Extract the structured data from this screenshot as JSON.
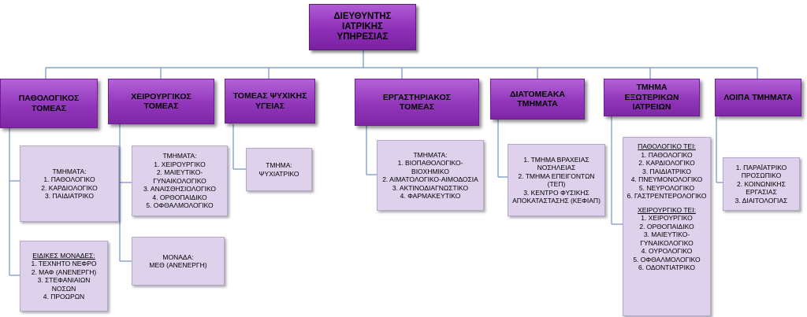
{
  "director": {
    "line1": "ΔΙΕΥΘΥΝΤΗΣ",
    "line2": "ΙΑΤΡΙΚΗΣ",
    "line3": "ΥΠΗΡΕΣΙΑΣ"
  },
  "departments": {
    "pathologikos": {
      "line1": "ΠΑΘΟΛΟΓΙΚΟΣ",
      "line2": "ΤΟΜΕΑΣ"
    },
    "xeirourgikos": {
      "line1": "ΧΕΙΡΟΥΡΓΙΚΟΣ",
      "line2": "ΤΟΜΕΑΣ"
    },
    "psyxikis": {
      "line1": "ΤΟΜΕΑΣ ΨΥΧΙΚΗΣ",
      "line2": "ΥΓΕΙΑΣ"
    },
    "ergastiriakos": {
      "line1": "ΕΡΓΑΣΤΗΡΙΑΚΟΣ",
      "line2": "ΤΟΜΕΑΣ"
    },
    "diatomeaka": {
      "line1": "ΔΙΑΤΟΜΕΑΚΑ",
      "line2": "ΤΜΗΜΑΤΑ"
    },
    "eksoterikon": {
      "line1": "ΤΜΗΜΑ",
      "line2": "ΕΞΩΤΕΡΙΚΩΝ",
      "line3": "ΙΑΤΡΕΙΩΝ"
    },
    "loipa": {
      "line1": "ΛΟΙΠΑ ΤΜΗΜΑΤΑ"
    }
  },
  "boxes": {
    "path_tmimata": {
      "title": "ΤΜΗΜΑΤΑ:",
      "items": [
        "1. ΠΑΘΟΛΟΓΙΚΟ",
        "2. ΚΑΡΔΙΟΛΟΓΙΚΟ",
        "3. ΠΑΙΔΙΑΤΡΙΚΟ"
      ]
    },
    "path_monades": {
      "title": "ΕΙΔΙΚΕΣ ΜΟΝΑΔΕΣ:",
      "items": [
        "1. ΤΕΧΝΗΤΟ ΝΕΦΡΟ",
        "2. ΜΑΦ (ΑΝΕΝΕΡΓΗ)",
        "3. ΣΤΕΦΑΝΙΑΙΩΝ",
        "ΝΟΣΩΝ",
        "4. ΠΡΟΩΡΩΝ"
      ]
    },
    "xeir_tmimata": {
      "title": "ΤΜΗΜΑΤΑ:",
      "items": [
        "1. ΧΕΙΡΟΥΡΓΙΚΟ",
        "2. ΜΑΙΕΥΤΙΚΟ-",
        "ΓΥΝΑΙΚΟΛΟΓΙΚΟ",
        "3. ΑΝΑΙΣΘΗΣΙΟΛΟΓΙΚΟ",
        "4. ΟΡΘΟΠΑΙΔΙΚΟ",
        "5. ΟΦΘΑΛΜΟΛΟΓΙΚΟ"
      ]
    },
    "xeir_monada": {
      "title": "ΜΟΝΑΔΑ:",
      "items": [
        "ΜΕΘ (ΑΝΕΝΕΡΓΗ)"
      ]
    },
    "psy_tmima": {
      "title": "ΤΜΗΜΑ:",
      "items": [
        "ΨΥΧΙΑΤΡΙΚΟ"
      ]
    },
    "erg_tmimata": {
      "title": "ΤΜΗΜΑΤΑ:",
      "items": [
        "1. ΒΙΟΠΑΘΟΛΟΓΙΚΟ-",
        "ΒΙΟΧΗΜΙΚΟ",
        "2. ΑΙΜΑΤΟΛΟΓΙΚΟ-ΑΙΜΟΔΟΣΙΑ",
        "3. ΑΚΤΙΝΟΔΙΑΓΝΩΣΤΙΚΟ",
        "4. ΦΑΡΜΑΚΕΥΤΙΚΟ"
      ]
    },
    "diat_tmimata": {
      "items": [
        "1. ΤΜΗΜΑ ΒΡΑΧΕΙΑΣ",
        "ΝΟΣΗΛΕΙΑΣ",
        "2. ΤΜΗΜΑ ΕΠΕΙΓΟΝΤΩΝ",
        "(ΤΕΠ)",
        "3. ΚΕΝΤΡΟ ΦΥΣΙΚΗΣ",
        "ΑΠΟΚΑΤΑΣΤΑΣΗΣ (ΚΕΦΙΑΠ)"
      ]
    },
    "eks_tei": {
      "path_title": "ΠΑΘΟΛΟΓΙΚΟ ΤΕΙ:",
      "path_items": [
        "1. ΠΑΘΟΛΟΓΙΚΟ",
        "2. ΚΑΡΔΙΟΛΟΓΙΚΟ",
        "3. ΠΑΙΔΙΑΤΡΙΚΟ",
        "4. ΠΝΕΥΜΟΝΟΛΟΓΙΚΟ",
        "5. ΝΕΥΡΟΛΟΓΙΚΟ",
        "6. ΓΑΣΤΡΕΝΤΕΡΟΛΟΓΙΚΟ"
      ],
      "xeir_title": "ΧΕΙΡΟΥΡΓΙΚΟ ΤΕΙ:",
      "xeir_items": [
        "1. ΧΕΙΡΟΥΡΓΙΚΟ",
        "2. ΟΡΘΟΠΑΙΔΙΚΟ",
        "3. ΜΑΙΕΥΤΙΚΟ-",
        "ΓΥΝΑΙΚΟΛΟΓΙΚΟ",
        "4. ΟΥΡΟΛΟΓΙΚΟ",
        "5. ΟΦΘΑΛΜΟΛΟΓΙΚΟ",
        "6. ΟΔΟΝΤΙΑΤΡΙΚΟ"
      ]
    },
    "loipa_tmimata": {
      "items": [
        "1. ΠΑΡΑΪΑΤΡΙΚΟ",
        "ΠΡΟΣΩΠΙΚΟ",
        "2. ΚΟΙΝΩΝΙΚΗΣ",
        "ΕΡΓΑΣΙΑΣ",
        "3. ΔΙΑΙΤΟΛΟΓΙΑΣ"
      ]
    }
  }
}
